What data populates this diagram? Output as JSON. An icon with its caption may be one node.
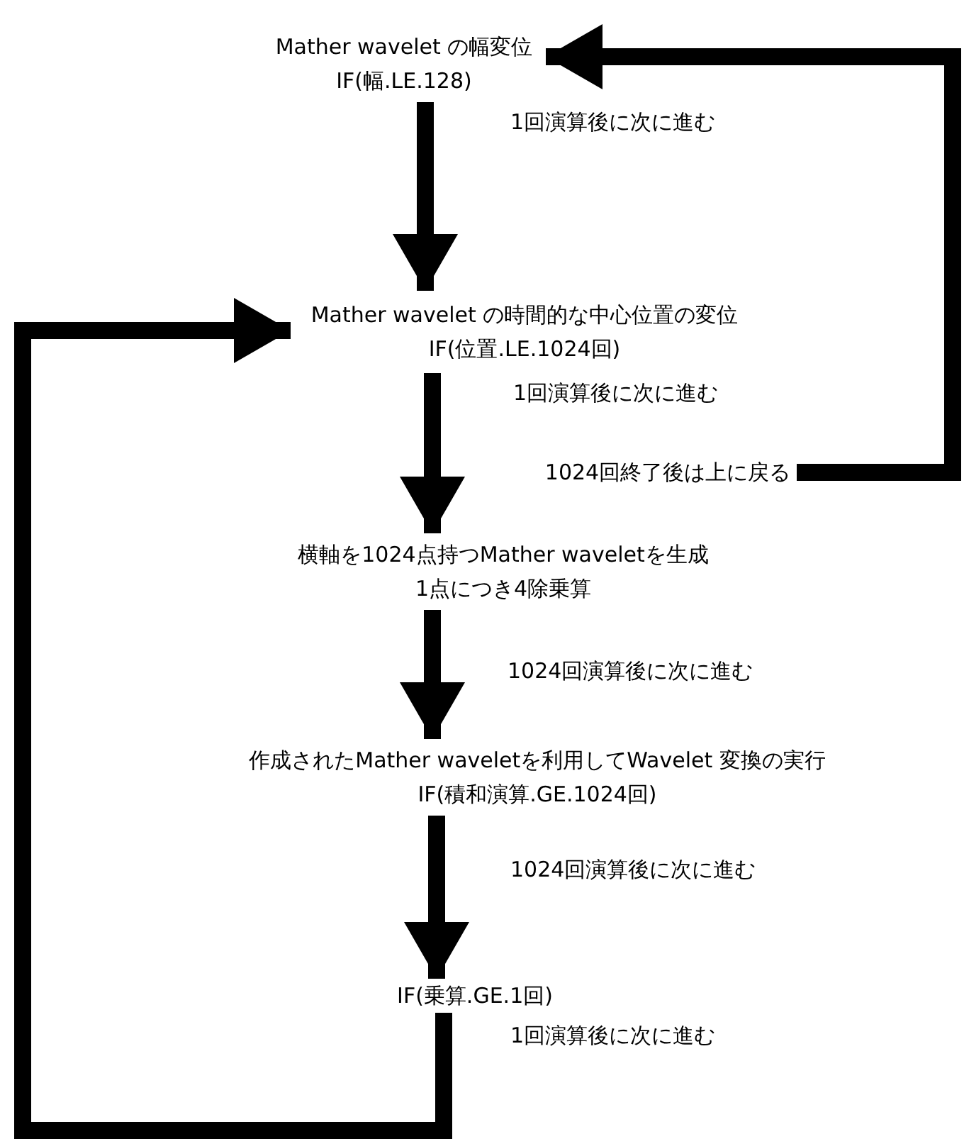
{
  "diagram": {
    "nodes": [
      {
        "text": [
          "Mather wavelet の幅変位",
          "IF(幅.LE.128)"
        ]
      },
      {
        "text": [
          "Mather wavelet の時間的な中心位置の変位",
          "IF(位置.LE.1024回)"
        ]
      },
      {
        "text": [
          "1024回終了後は上に戻る"
        ]
      },
      {
        "text": [
          "横軸を1024点持つMather waveletを生成",
          "1点につき4除乗算"
        ]
      },
      {
        "text": [
          "作成されたMather waveletを利用してWavelet 変換の実行",
          "IF(積和演算.GE.1024回)"
        ]
      },
      {
        "text": [
          "IF(乗算.GE.1回)"
        ]
      }
    ],
    "edges": [
      {
        "from": 0,
        "to": 1,
        "arrow": "to",
        "label": "1回演算後に次に進む"
      },
      {
        "from": 1,
        "to": 3,
        "arrow": "to",
        "label": "1回演算後に次に進む"
      },
      {
        "from": 2,
        "to": 0,
        "arrow": "to"
      },
      {
        "from": 3,
        "to": 4,
        "arrow": "to",
        "label": "1024回演算後に次に進む"
      },
      {
        "from": 4,
        "to": 5,
        "arrow": "to",
        "label": "1024回演算後に次に進む"
      },
      {
        "from": 5,
        "to": 1,
        "arrow": "to",
        "label": "1回演算後に次に進む"
      }
    ]
  }
}
